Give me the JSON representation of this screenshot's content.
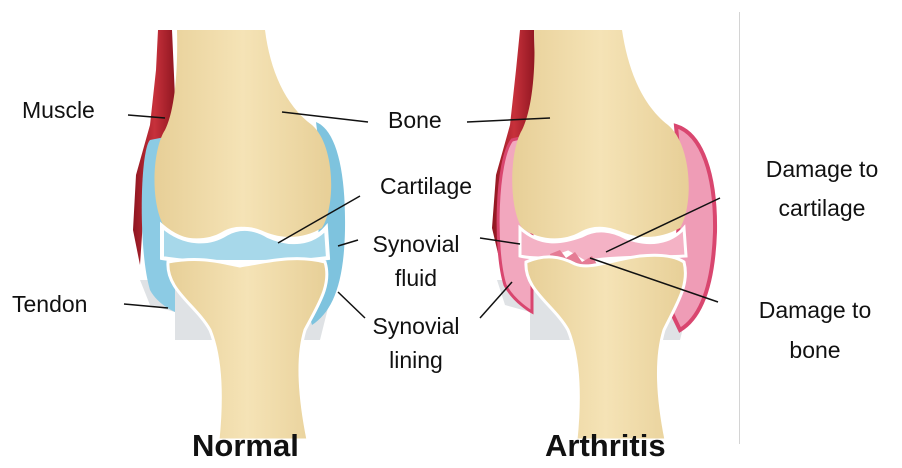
{
  "labels": {
    "muscle": "Muscle",
    "bone": "Bone",
    "cartilage": "Cartilage",
    "synovial_fluid_1": "Synovial",
    "synovial_fluid_2": "fluid",
    "synovial_lining_1": "Synovial",
    "synovial_lining_2": "lining",
    "tendon": "Tendon",
    "damage_cartilage_1": "Damage to",
    "damage_cartilage_2": "cartilage",
    "damage_bone_1": "Damage to",
    "damage_bone_2": "bone"
  },
  "captions": {
    "normal": "Normal",
    "arthritis": "Arthritis"
  },
  "colors": {
    "bone": "#f1dcaa",
    "bone_shade": "#e3c98f",
    "muscle": "#b5242f",
    "normal_cartilage": "#a7d8ea",
    "normal_lining": "#7ec3de",
    "arthritis_tissue": "#ef9cb6",
    "arthritis_lining": "#d9466f",
    "tendon": "#d6d9dc"
  }
}
